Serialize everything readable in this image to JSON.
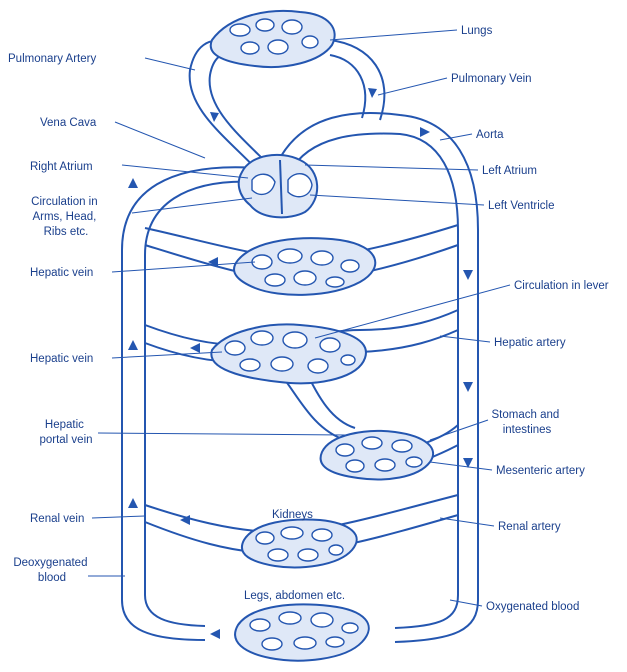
{
  "labels": {
    "lungs": "Lungs",
    "pulmonary_artery": "Pulmonary Artery",
    "pulmonary_vein": "Pulmonary Vein",
    "vena_cava": "Vena Cava",
    "aorta": "Aorta",
    "right_atrium": "Right Atrium",
    "left_atrium": "Left Atrium",
    "circulation_arms": [
      "Circulation in",
      "Arms, Head,",
      "Ribs etc."
    ],
    "left_ventricle": "Left Ventricle",
    "hepatic_vein_1": "Hepatic vein",
    "circulation_lever": "Circulation in lever",
    "hepatic_vein_2": "Hepatic vein",
    "hepatic_artery": "Hepatic artery",
    "hepatic_portal_vein": [
      "Hepatic",
      "portal vein"
    ],
    "stomach_intestines": [
      "Stomach and",
      "intestines"
    ],
    "mesenteric_artery": "Mesenteric artery",
    "kidneys": "Kidneys",
    "renal_vein": "Renal vein",
    "renal_artery": "Renal artery",
    "deoxygenated_blood": [
      "Deoxygenated",
      "blood"
    ],
    "legs_abdomen": "Legs, abdomen etc.",
    "oxygenated_blood": "Oxygenated blood"
  },
  "colors": {
    "ink": "#2456b0",
    "text": "#1a3f8c",
    "capillary_fill": "#dfe8f7"
  }
}
